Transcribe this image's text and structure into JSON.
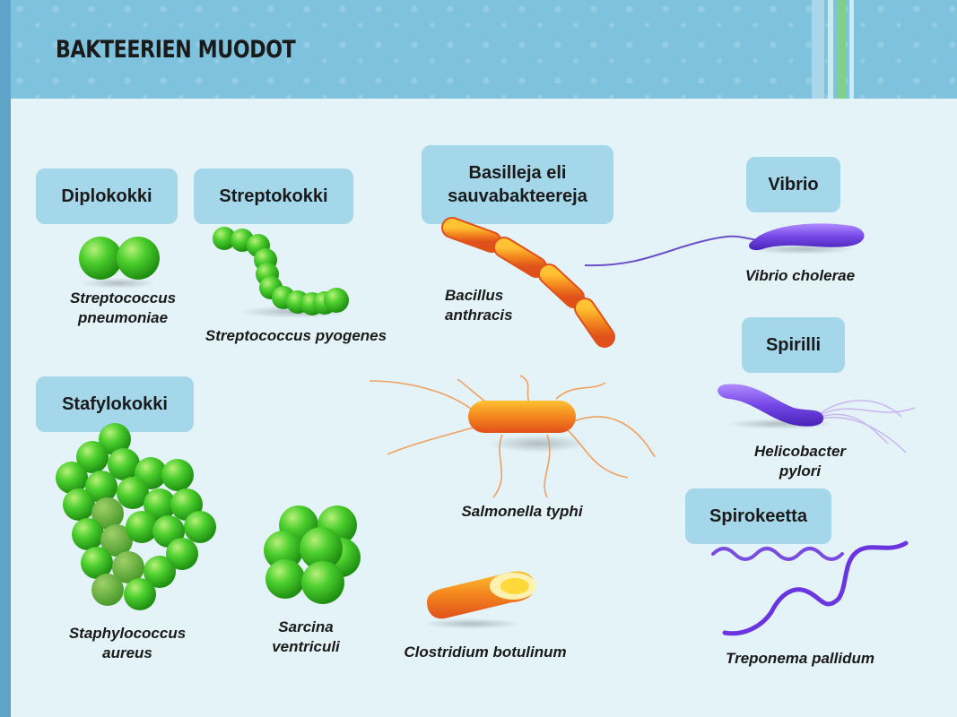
{
  "page": {
    "title": "BAKTEERIEN MUODOT"
  },
  "groups": {
    "diplokokki": "Diplokokki",
    "streptokokki": "Streptokokki",
    "basilleja": "Basilleja eli sauvabakteereja",
    "vibrio": "Vibrio",
    "stafylokokki": "Stafylokokki",
    "spirilli": "Spirilli",
    "spirokeetta": "Spirokeetta"
  },
  "species": {
    "streptococcus_pneumoniae": "Streptococcus pneumoniae",
    "streptococcus_pyogenes": "Streptococcus pyogenes",
    "bacillus_anthracis": "Bacillus anthracis",
    "vibrio_cholerae": "Vibrio cholerae",
    "helicobacter_pylori": "Helicobacter pylori",
    "salmonella_typhi": "Salmonella typhi",
    "staphylococcus_aureus": "Staphylococcus aureus",
    "sarcina_ventriculi": "Sarcina ventriculi",
    "clostridium_botulinum": "Clostridium botulinum",
    "treponema_pallidum": "Treponema pallidum"
  },
  "colors": {
    "header": "#7fc2de",
    "background": "#e4f3f7",
    "label_box": "#a4d7ea",
    "coccus_green": "#3fbf2a",
    "bacillus_orange": "#f07a1a",
    "vibrio_purple": "#7a4be0"
  }
}
